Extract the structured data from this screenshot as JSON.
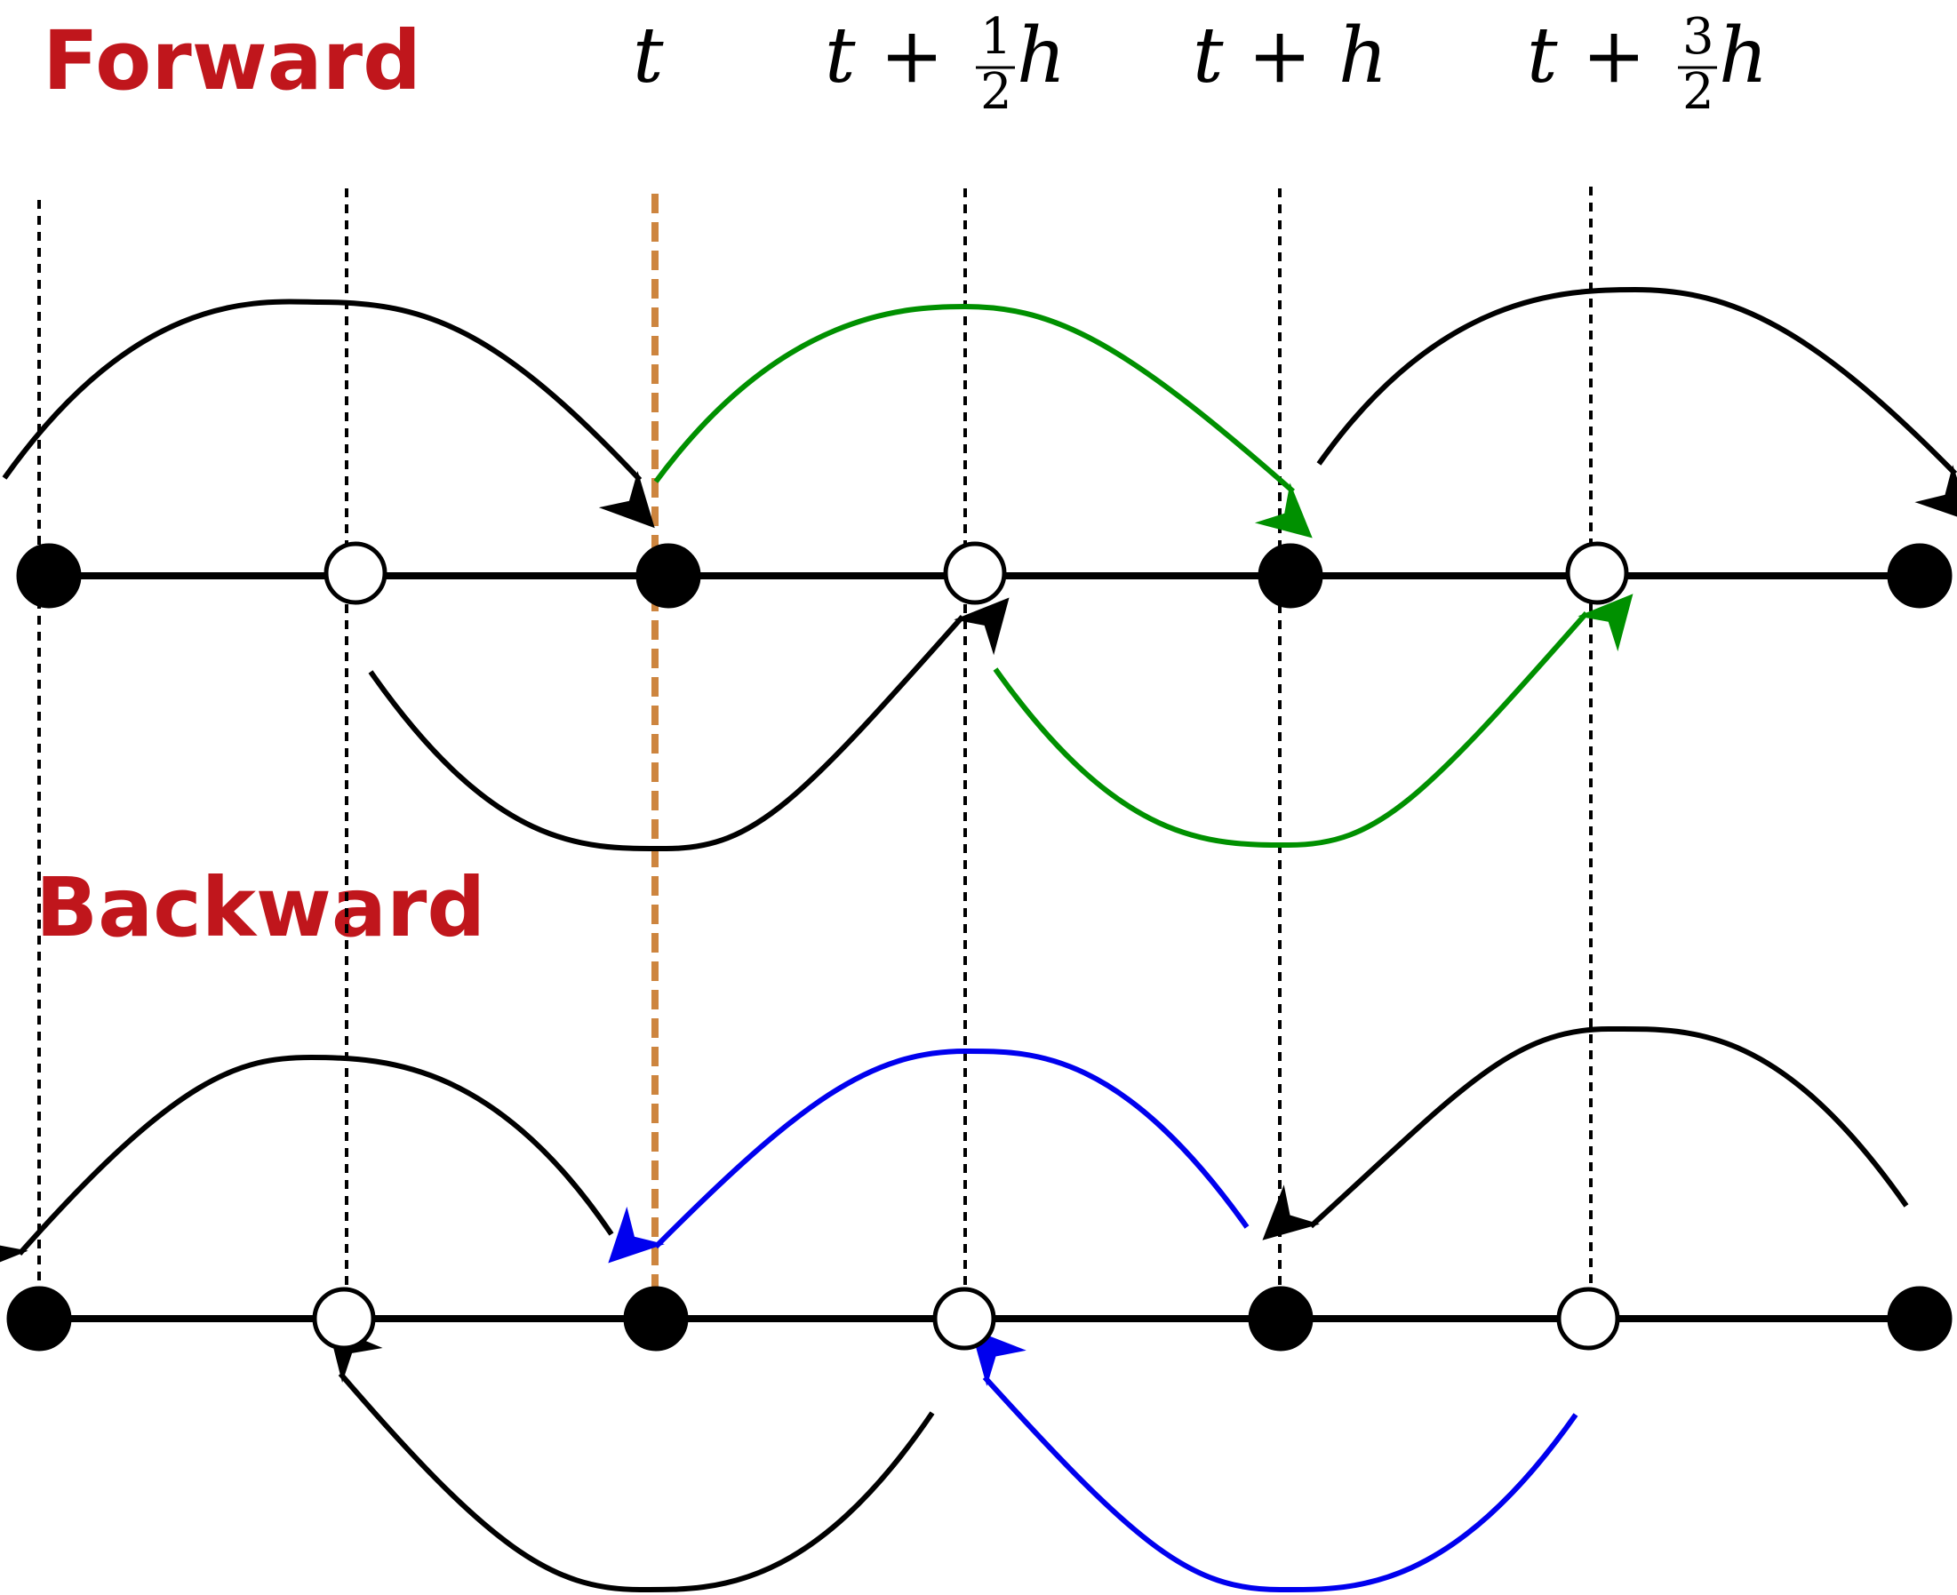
{
  "labels": {
    "forward": "Forward",
    "backward": "Backward",
    "time_t": "t",
    "time_half": {
      "base": "t",
      "plus": "+",
      "num": "1",
      "den": "2",
      "var": "h"
    },
    "time_h": {
      "base": "t",
      "plus": "+",
      "var": "h"
    },
    "time_three_half": {
      "base": "t",
      "plus": "+",
      "num": "3",
      "den": "2",
      "var": "h"
    }
  },
  "colors": {
    "title": "#c0161c",
    "line": "#000000",
    "highlight_dashed": "#cd853f",
    "forward_highlight": "#009000",
    "backward_highlight": "#0000ee"
  },
  "nodes": {
    "pattern": [
      "filled",
      "open",
      "filled",
      "open",
      "filled",
      "open",
      "filled"
    ]
  },
  "forward_arcs": [
    {
      "name": "forward-arc-1",
      "color": "black"
    },
    {
      "name": "forward-arc-2",
      "color": "green"
    },
    {
      "name": "forward-arc-3",
      "color": "black"
    },
    {
      "name": "forward-arc-4",
      "color": "black"
    },
    {
      "name": "forward-arc-5",
      "color": "green"
    }
  ],
  "backward_arcs": [
    {
      "name": "backward-arc-1",
      "color": "black"
    },
    {
      "name": "backward-arc-2",
      "color": "blue"
    },
    {
      "name": "backward-arc-3",
      "color": "black"
    },
    {
      "name": "backward-arc-4",
      "color": "black"
    },
    {
      "name": "backward-arc-5",
      "color": "blue"
    }
  ]
}
